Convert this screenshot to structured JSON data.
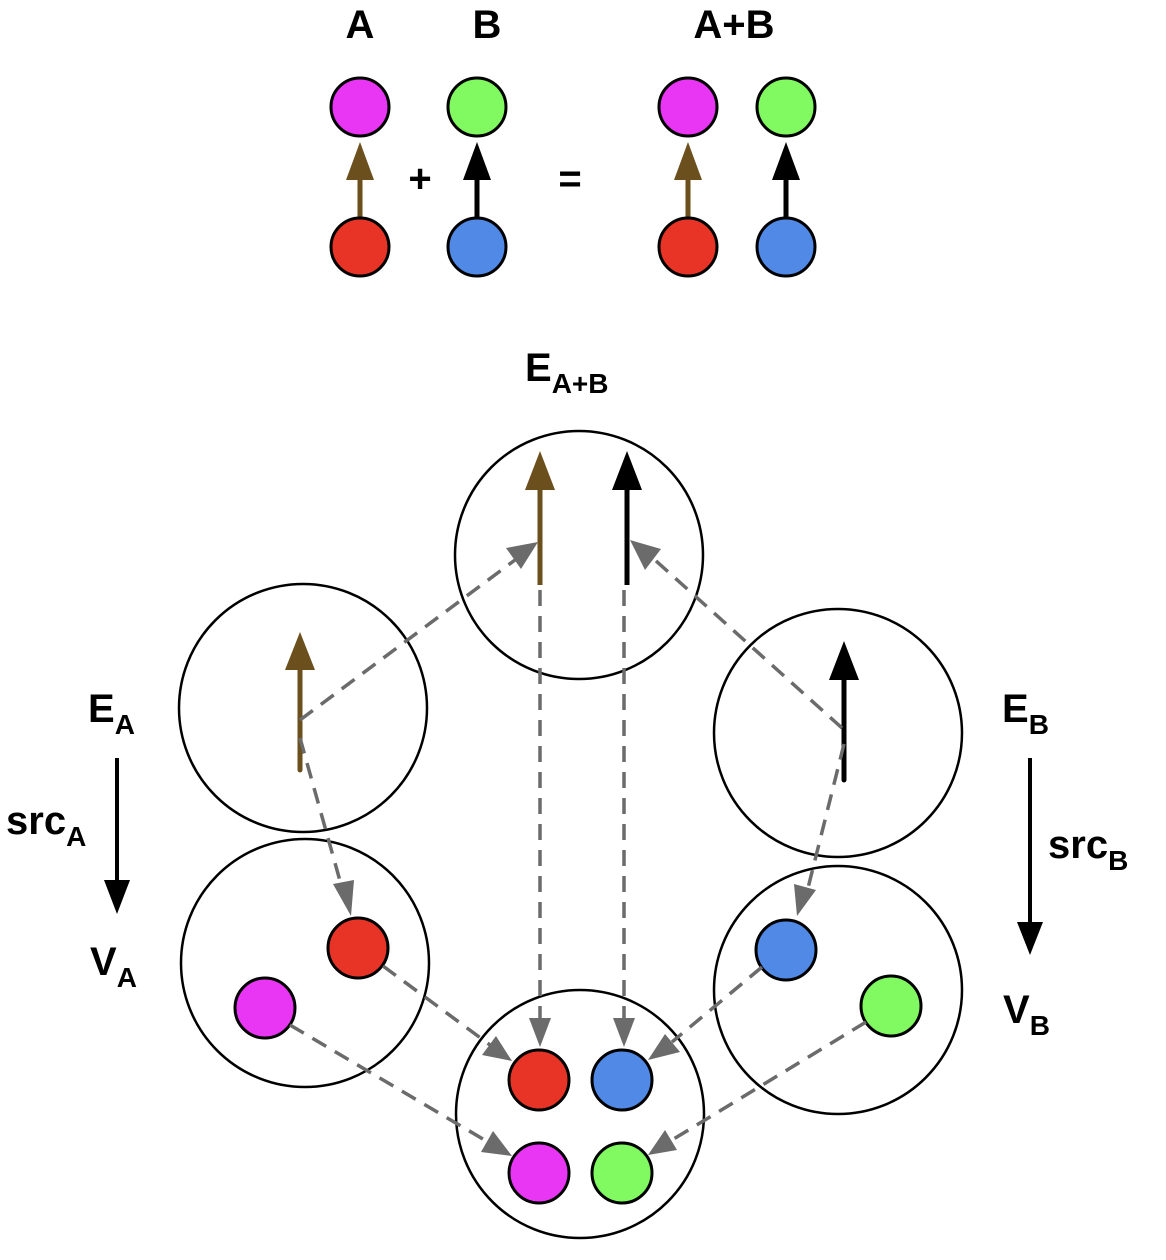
{
  "colors": {
    "magenta": "#e935f4",
    "green": "#80fa60",
    "red": "#e83426",
    "blue": "#518ae6",
    "edge_a": "#6b4f1c",
    "edge_b": "#000000",
    "mapping": "#6b6b6b"
  },
  "top": {
    "label_a": "A",
    "label_b": "B",
    "label_sum": "A+B",
    "plus": "+",
    "equals": "="
  },
  "sets": {
    "e_sum": {
      "main": "E",
      "sub": "A+B"
    },
    "e_a": {
      "main": "E",
      "sub": "A"
    },
    "e_b": {
      "main": "E",
      "sub": "B"
    },
    "v_a": {
      "main": "V",
      "sub": "A"
    },
    "v_b": {
      "main": "V",
      "sub": "B"
    },
    "src_a": {
      "main": "src",
      "sub": "A"
    },
    "src_b": {
      "main": "src",
      "sub": "B"
    }
  }
}
